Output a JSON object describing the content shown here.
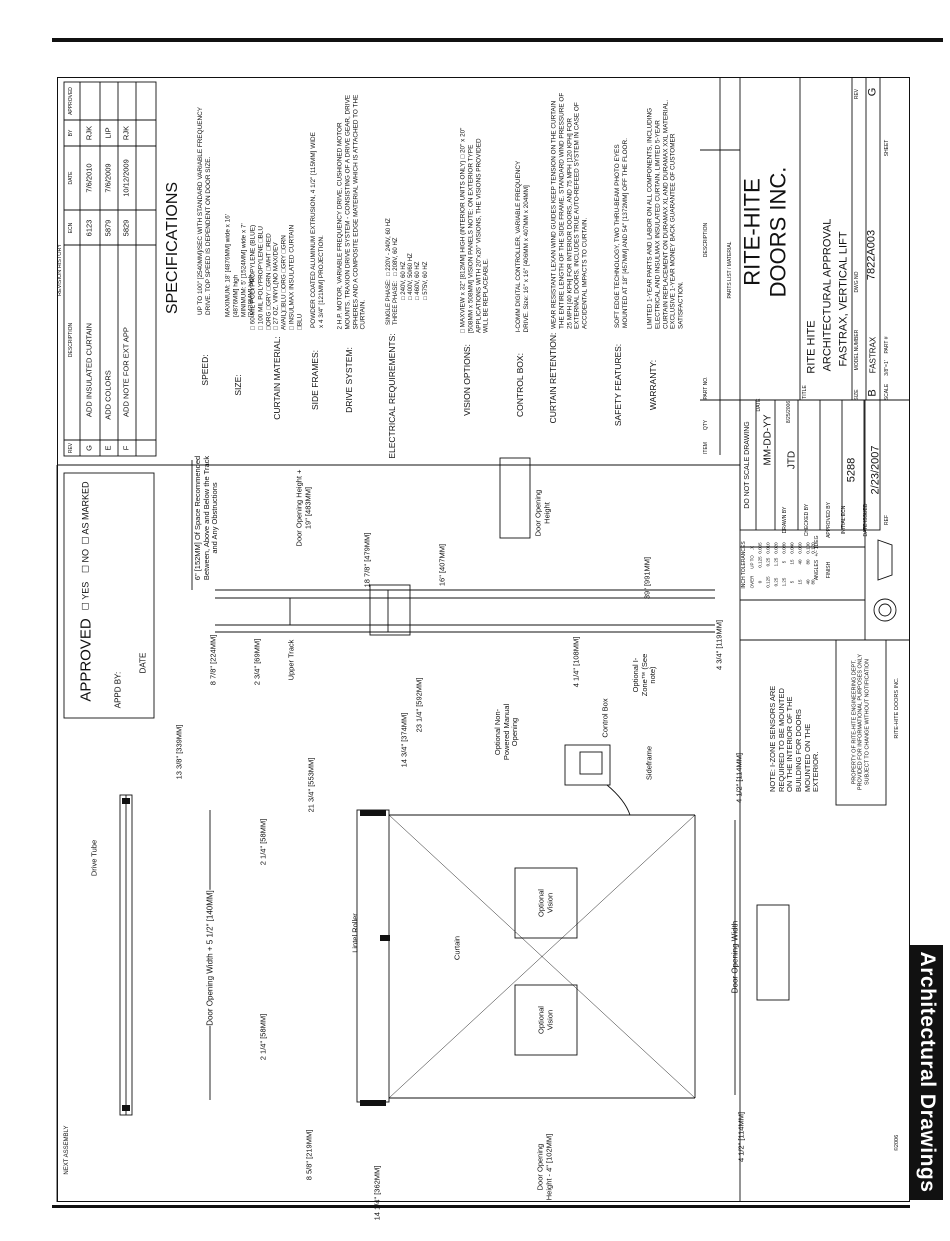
{
  "side_tab": "Architectural Drawings",
  "next_assembly": "NEXT ASSEMBLY",
  "approval": {
    "title": "APPROVED",
    "yes": "YES",
    "no": "NO",
    "as_marked": "AS MARKED",
    "appd_by": "APPD BY:",
    "date": "DATE"
  },
  "revision_history": {
    "title": "REVISION HISTORY",
    "headers": [
      "REV",
      "DESCRIPTION",
      "ECN",
      "DATE",
      "BY",
      "APPROVED"
    ],
    "rows": [
      {
        "rev": "G",
        "desc": "ADD INSULATED CURTAIN",
        "ecn": "6123",
        "date": "7/6/2010",
        "by": "RJK"
      },
      {
        "rev": "E",
        "desc": "ADD COLORS",
        "ecn": "5879",
        "date": "7/6/2009",
        "by": "LIP"
      },
      {
        "rev": "F",
        "desc": "ADD NOTE FOR EXT APP",
        "ecn": "5829",
        "date": "10/12/2009",
        "by": "RJK"
      }
    ]
  },
  "specs": {
    "title": "SPECIFICATIONS",
    "items": [
      {
        "label": "SPEED:",
        "text": "UP TO 100\" [2540MM]/SEC WITH STANDARD VARIABLE FREQUENCY DRIVE. TOP SPEED IS DEPENDENT ON DOOR SIZE."
      },
      {
        "label": "SIZE:",
        "text": "MAXIMUM: 18' [4876MM] wide x 16' [4876MM] high\nMINIMUM: 5' [1524MM] wide x 7' [2438MM] high"
      },
      {
        "label": "CURTAIN MATERIAL:",
        "text": "□ 60 MIL POLYPROPYLENE (BLUE)\n□ 100 MIL POLYPROPYLENE  □BLU □ORG □GRY □GRN □WHT □RED\n□ 27 OZ. VINYL(NO MAX/DEV AVAIL)□BLU □ORG □GRY □GRN\n□ INSULMAX INSULATED CURTAIN □BLU"
      },
      {
        "label": "SIDE FRAMES:",
        "text": "POWDER COATED ALUMINUM EXTRUSION, 4 1/2\" [115MM] WIDE x 4 3/4\" [121MM] PROJECTION."
      },
      {
        "label": "DRIVE SYSTEM:",
        "text": "2 H.P. MOTOR, VARIABLE FREQUENCY DRIVE, CUSHIONED MOTOR MOUNTS. TRAXION DRIVE SYSTEM - CONSISTING OF A DRIVE GEAR, DRIVE SPHERES AND A COMPOSITE EDGE MATERIAL WHICH IS ATTACHED TO THE CURTAIN."
      },
      {
        "label": "ELECTRICAL REQUIREMENTS:",
        "text": "SINGLE PHASE:  □ 220V - 240V, 60 HZ\nTHREE PHASE:   □ 208V, 60 HZ\n               □ 240V, 60 HZ\n               □ 400V, 50/60 HZ\n               □ 460V, 60 HZ\n               □ 575V, 60 HZ"
      },
      {
        "label": "VISION OPTIONS:",
        "text": "□ MAXVIEW x 32\" [812MM] HIGH (INTERIOR UNITS ONLY)\n□ 20\" x 20\" [508MM x 508MM] VISION PANELS\nNOTE: ON EXTERIOR TYPE APPLICATIONS WITH 20\"x20\" VISIONS, THE VISIONS PROVIDED WILL BE REPLACEABLE."
      },
      {
        "label": "CONTROL BOX:",
        "text": "I-COMM DIGITAL CONTROLLER, VARIABLE FREQUENCY DRIVE.\nSize: 16\" x 16\" [406MM x 407MM x 204MM]"
      },
      {
        "label": "CURTAIN RETENTION:",
        "text": "WEAR RESISTANT LEXAN WIND GUIDES KEEP TENSION ON THE CURTAIN THE ENTIRE LENGTH OF THE SIDE FRAME. STANDARD WIND PRESSURE OF 25 MPH [40 KPH] FOR INTERIOR DOORS, AND 75 MPH [120 KPH] FOR EXTERNAL DOORS. INCLUDES TRUE AUTO-REFEED SYSTEM IN CASE OF ACCIDENTAL IMPACTS TO CURTAIN."
      },
      {
        "label": "SAFETY FEATURES:",
        "text": "SOFT EDGE TECHNOLOGY, TWO THRU-BEAM PHOTO EYES MOUNTED AT 18\" [457MM] AND 54\" [1372MM] OFF THE FLOOR."
      },
      {
        "label": "WARRANTY:",
        "text": "LIMITED 1-YEAR PARTS AND LABOR ON ALL COMPONENTS, INCLUDING ELECTRICAL AND INSULMAX INSULATED CURTAIN. LIMITED 5-YEAR CURTAIN REPLACEMENT ON DURAMAX XL AND DURAMAX XXL MATERIAL. EXCLUSIVE 1-YEAR MONEY BACK GUARANTEE OF CUSTOMER SATISFACTION."
      }
    ]
  },
  "labels": {
    "drive_tube": "Drive Tube",
    "lintel_roller": "Lintel Roller",
    "curtain": "Curtain",
    "optional_vision": "Optional Vision",
    "door_opening_width": "Door Opening Width",
    "door_opening_width_plus": "Door Opening Width + 5 1/2\" [140MM]",
    "sideframe": "Sideframe",
    "control_box": "Control Box",
    "optional_manual": "Optional Non-Powered Manual Opening",
    "optional_izone": "Optional I-Zone™ (See note)",
    "upper_track": "Upper Track",
    "space_note": "6\" [152MM] Of Space Recommended Between, Above and Below the Track and Any Obstructions",
    "door_opening_height_19": "Door Opening Height + 19\" [483MM]",
    "door_opening_height": "Door Opening Height",
    "door_opening_height_minus": "Door Opening Height - 4\" [102MM]"
  },
  "dims": {
    "d_13_3_8": "13 3/8\" [339MM]",
    "d_21_3_4": "21 3/4\" [553MM]",
    "d_14_3_4": "14 3/4\" [374MM]",
    "d_23_1_4": "23 1/4\" [592MM]",
    "d_2_1_4_a": "2 1/4\" [58MM]",
    "d_2_1_4_b": "2 1/4\" [58MM]",
    "d_4_1_2_a": "4 1/2\" [114MM]",
    "d_4_1_2_b": "4 1/2\" [114MM]",
    "d_8_5_8": "8 5/8\" [219MM]",
    "d_14_1_4": "14 1/4\" [362MM]",
    "d_8_7_8": "8 7/8\" [224MM]",
    "d_2_3_4": "2 3/4\" [69MM]",
    "d_4_1_4": "4 1/4\" [108MM]",
    "d_4_3_4": "4 3/4\" [119MM]",
    "d_18_7_8": "18 7/8\" [479MM]",
    "d_16": "16\" [407MM]",
    "d_39": "39\" [991MM]"
  },
  "note": {
    "title": "NOTE:",
    "text": "I-ZONE SENSORS ARE REQUIRED TO BE MOUNTED ON THE INTERIOR OF THE BUILDING FOR DOORS MOUNTED ON THE EXTERIOR."
  },
  "property": "PROPERTY OF RITE-HITE ENGINEERING DEPT. PROVIDED FOR INFORMATIONAL PURPOSES ONLY SUBJECT TO CHANGE WITHOUT NOTIFICATION",
  "copyright": "©2006",
  "copyright_owner": "RITE-HITE DOORS INC.",
  "tolerances": {
    "title": "INCH TOLERANCES",
    "headers": [
      "OVER",
      "UP TO",
      ".X",
      ".XX"
    ],
    "rows": [
      [
        "0",
        "0.125",
        "0.005",
        ""
      ],
      [
        "0.125",
        "0.25",
        "0.010",
        ""
      ],
      [
        "0.25",
        "1.25",
        "0.020",
        ""
      ],
      [
        "1.25",
        "5",
        "0.030",
        ""
      ],
      [
        "5",
        "15",
        "0.040",
        ""
      ],
      [
        "15",
        "40",
        "0.060",
        ""
      ],
      [
        "40",
        "80",
        "0.100",
        ""
      ],
      [
        "80",
        "",
        "0.120",
        ""
      ]
    ],
    "angles": "ANGLES",
    "angles_val": "+/- 1DEG",
    "finish": "FINISH"
  },
  "title_block": {
    "do_not_scale": "DO NOT SCALE DRAWING",
    "mm_dd_yy": "MM-DD-YY",
    "date": "DATE",
    "date_val": "8/25/2006",
    "drawn_by": "DRAWN BY",
    "drawn_by_val": "JTD",
    "checked_by": "CHECKED BY",
    "approved_by": "APPROVED BY",
    "initial_ecn": "INITIAL ECN",
    "initial_ecn_val": "5288",
    "date_issued": "DATE ISSUED",
    "date_issued_val": "2/23/2007",
    "ref": "REF",
    "parts_list": "PARTS LIST / MATERIAL",
    "item": "ITEM",
    "qty": "QTY",
    "part_no": "PART NO.",
    "description": "DESCRIPTION",
    "company_line1": "RITE-HITE",
    "company_line2": "DOORS INC.",
    "title": "TITLE",
    "title_l1": "RITE HITE",
    "title_l2": "ARCHITECTURAL APPROVAL",
    "title_l3": "FASTRAX, VERTICAL LIFT",
    "size": "SIZE",
    "size_val": "B",
    "model_number": "MODEL NUMBER",
    "model_val": "FASTRAX",
    "dwg_no": "DWG NO",
    "dwg_val": "7822A003",
    "rev": "REV",
    "rev_val": "G",
    "scale": "SCALE",
    "scale_val": "3/8\"=1'",
    "part_num": "PART #",
    "sheet": "SHEET"
  }
}
